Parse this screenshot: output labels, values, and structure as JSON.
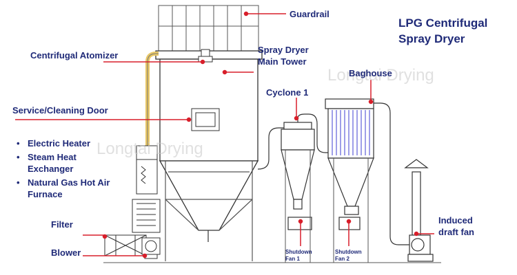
{
  "title": {
    "line1": "LPG Centrifugal",
    "line2": "Spray Dryer"
  },
  "labels": {
    "guardrail": "Guardrail",
    "centrifugal_atomizer": "Centrifugal Atomizer",
    "main_tower_line1": "Spray Dryer",
    "main_tower_line2": "Main Tower",
    "baghouse": "Baghouse",
    "cyclone": "Cyclone 1",
    "service_door": "Service/Cleaning Door",
    "filter": "Filter",
    "blower": "Blower",
    "induced_fan_line1": "Induced",
    "induced_fan_line2": "draft fan"
  },
  "heat_sources": [
    {
      "line1": "Electric Heater",
      "line2": ""
    },
    {
      "line1": "Steam Heat",
      "line2": "Exchanger"
    },
    {
      "line1": "Natural Gas Hot Air",
      "line2": "Furnace"
    }
  ],
  "shutdown_fans": {
    "fan1_line1": "Shutdown",
    "fan1_line2": "Fan 1",
    "fan2_line1": "Shutdown",
    "fan2_line2": "Fan 2"
  },
  "watermark": "Longtai Drying",
  "colors": {
    "label_text": "#1f2a78",
    "pointer": "#d81e2a",
    "line_art": "#333333",
    "hot_air_duct": "#e8c766",
    "bag_filters": "#6a6adc"
  }
}
